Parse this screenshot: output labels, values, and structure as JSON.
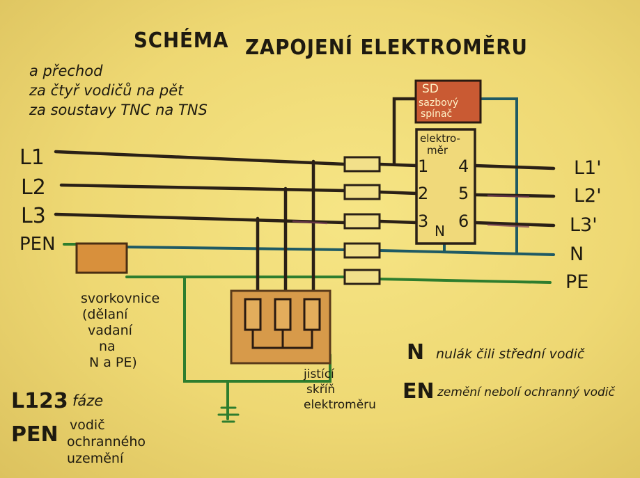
{
  "title": {
    "left": "SCHÉMA",
    "right": "ZAPOJENÍ ELEKTROMĚRU"
  },
  "subtitle": [
    "a přechod",
    "za čtyř vodičů na pět",
    "za soustavy TNC na TNS"
  ],
  "input_labels": [
    "L1",
    "L2",
    "L3",
    "PEN"
  ],
  "output_labels": [
    "L1'",
    "L2'",
    "L3'",
    "N",
    "PE"
  ],
  "devices": {
    "switch": [
      "SD",
      "sazbový",
      "spínač"
    ],
    "meter": {
      "title": [
        "elektro-",
        "měr"
      ],
      "terminals_left": [
        "1",
        "2",
        "3"
      ],
      "terminals_right": [
        "4",
        "5",
        "6"
      ],
      "neutral": "N"
    }
  },
  "terminal_block": {
    "caption": [
      "svorkovnice",
      "(dělaní",
      "vadaní",
      "na",
      "N a PE)"
    ]
  },
  "breaker_box": {
    "caption": [
      "jistící",
      "skříň",
      "elektroměru"
    ]
  },
  "legend": [
    {
      "key": "L123",
      "desc": [
        "fáze"
      ]
    },
    {
      "key": "PEN",
      "desc": [
        "vodič",
        "ochranného",
        "uzemění"
      ]
    },
    {
      "key": "N",
      "desc": [
        "nulák čili střední vodič"
      ]
    },
    {
      "key": "EN",
      "desc": [
        "zemění nebolí ochranný vodič"
      ]
    }
  ],
  "colors": {
    "paper": "#f0da76",
    "phase_wire": "#2a2016",
    "neutral_wire": "#1f5a64",
    "earth_wire": "#2e7d2e",
    "box_fill": "#d79a4a",
    "switch_fill": "#c95a33",
    "purple_tick": "#7a3c5a"
  }
}
